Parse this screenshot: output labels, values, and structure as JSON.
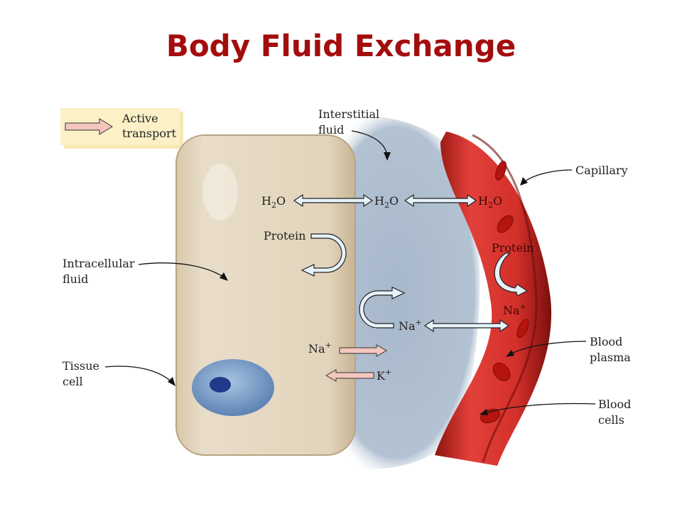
{
  "title": "Body Fluid Exchange",
  "legend": {
    "line1": "Active",
    "line2": "transport"
  },
  "labels": {
    "interstitial": [
      "Interstitial",
      "fluid"
    ],
    "capillary": "Capillary",
    "intracellular": [
      "Intracellular",
      "fluid"
    ],
    "tissue_cell": [
      "Tissue",
      "cell"
    ],
    "blood_plasma": [
      "Blood",
      "plasma"
    ],
    "blood_cells": [
      "Blood",
      "cells"
    ]
  },
  "molecules": {
    "h2o": {
      "base": "H",
      "sub": "2",
      "end": "O"
    },
    "protein": "Protein",
    "na": {
      "base": "Na",
      "sup": "+"
    },
    "k": {
      "base": "K",
      "sup": "+"
    }
  },
  "colors": {
    "title": "#a40d0d",
    "active_arrow": "#f4c6bd",
    "passive_arrow": "#e6f2fa",
    "capillary": "#c8221e",
    "cell": "#e3d5bd",
    "interstitial": "#a9b9cb"
  }
}
